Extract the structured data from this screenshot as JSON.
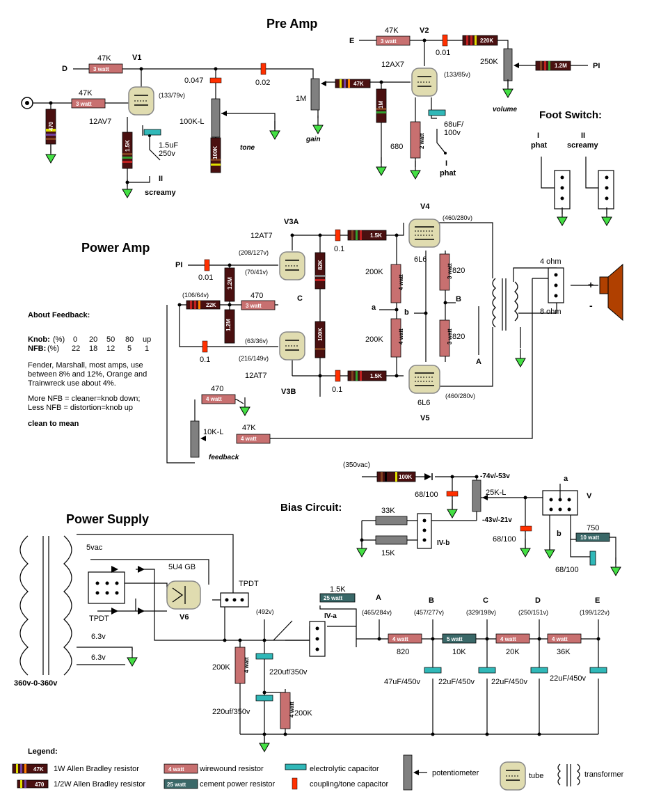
{
  "titles": {
    "preamp": "Pre Amp",
    "poweramp": "Power Amp",
    "powersupply": "Power Supply",
    "footswitch": "Foot Switch:",
    "bias": "Bias Circuit:",
    "legend": "Legend:"
  },
  "preamp": {
    "node_d": "D",
    "node_e": "E",
    "node_pi": "PI",
    "v1": "V1",
    "v2": "V2",
    "v1_type": "12AV7",
    "v2_type": "12AX7",
    "v1_volts": "(133/79v)",
    "v2_volts": "(133/85v)",
    "r_47k_d": "47K",
    "r_47k_in": "47K",
    "r_47k_e": "47K",
    "watt3": "3 watt",
    "r470": "470",
    "r1_5k": "1.5K",
    "cap_1_5uf": "1.5uF",
    "cap_250v": "250v",
    "sw_ii": "II",
    "screamy": "screamy",
    "c0047": "0.047",
    "c002": "0.02",
    "c001": "0.01",
    "pot_100kl": "100K-L",
    "r100k": "100K",
    "tone": "tone",
    "pot_1m": "1M",
    "gain": "gain",
    "r47k_gain": "47K",
    "r1m": "1M",
    "r680": "680",
    "watt2": "2 watt",
    "cap_68uf": "68uF/",
    "cap_100v": "100v",
    "sw_i": "I",
    "phat": "phat",
    "r220k": "220K",
    "pot_250k": "250K",
    "volume": "volume",
    "r1_2m": "1.2M"
  },
  "footswitch": {
    "i": "I",
    "phat": "phat",
    "ii": "II",
    "screamy": "screamy"
  },
  "poweramp": {
    "v3a": "V3A",
    "v3b": "V3B",
    "v4": "V4",
    "v5": "V5",
    "t12at7a": "12AT7",
    "t12at7b": "12AT7",
    "t6l6a": "6L6",
    "t6l6b": "6L6",
    "pi": "PI",
    "c001": "0.01",
    "v208": "(208/127v)",
    "v70": "(70/41v)",
    "v106": "(106/64v)",
    "v63": "(63/36v)",
    "v216": "(216/149v)",
    "v460a": "(460/280v)",
    "v460b": "(460/280v)",
    "r1_2m_a": "1.2M",
    "r1_2m_b": "1.2M",
    "r22k": "22K",
    "r470": "470",
    "watt3": "3 watt",
    "c": "C",
    "c01a": "0.1",
    "c01b": "0.1",
    "c01c": "0.1",
    "r82k": "82K",
    "r100k": "100K",
    "r1_5k_a": "1.5K",
    "r1_5k_b": "1.5K",
    "r200k_a": "200K",
    "r200k_b": "200K",
    "watt4": "4 watt",
    "a": "a",
    "b": "b",
    "B": "B",
    "A": "A",
    "r820a": "820",
    "r820b": "820",
    "ohm4": "4 ohm",
    "ohm8": "8 ohm",
    "plus": "+",
    "minus": "-",
    "fb_r470": "470",
    "fb_pot": "10K-L",
    "fb_r47k": "47K",
    "feedback": "feedback"
  },
  "feedback_note": {
    "heading": "About Feedback:",
    "knob_label": "Knob:",
    "knob_unit": "(%)",
    "knob_values": [
      "0",
      "20",
      "50",
      "80",
      "up"
    ],
    "nfb_label": "NFB:",
    "nfb_unit": "(%)",
    "nfb_values": [
      "22",
      "18",
      "12",
      "5",
      "1"
    ],
    "line1": "Fender, Marshall, most amps, use",
    "line2": "between 8% and 12%, Orange and",
    "line3": "Trainwreck use about 4%.",
    "line4": "More  NFB = cleaner=knob down;",
    "line5": "Less NFB  = distortion=knob up",
    "line6": "clean to mean"
  },
  "bias": {
    "vac": "(350vac)",
    "r100k": "100K",
    "vneg": "-74v/-53v",
    "pot": "25K-L",
    "c68a": "68/100",
    "c68b": "68/100",
    "c68c": "68/100",
    "r33k": "33K",
    "r15k": "15K",
    "ivb": "IV-b",
    "vneg2": "-43v/-21v",
    "sw_a": "a",
    "sw_b": "b",
    "sw_v": "V",
    "r750": "750",
    "watt10": "10 watt"
  },
  "psu": {
    "vac5": "5vac",
    "tube": "5U4 GB",
    "v6": "V6",
    "tpdt1": "TPDT",
    "tpdt2": "TPDT",
    "v63a": "6.3v",
    "v63b": "6.3v",
    "xfmr": "360v-0-360v",
    "v492": "(492v)",
    "iva": "IV-a",
    "r1_5k": "1.5K",
    "watt25": "25 watt",
    "node_a": "A",
    "node_b": "B",
    "node_c": "C",
    "node_d": "D",
    "node_e": "E",
    "va": "(465/284v)",
    "vb": "(457/277v)",
    "vc": "(329/198v)",
    "vd": "(250/151v)",
    "ve": "(199/122v)",
    "watt4": "4 watt",
    "watt5": "5 watt",
    "r820": "820",
    "r10k": "10K",
    "r20k": "20K",
    "r36k": "36K",
    "r200k_a": "200K",
    "r200k_b": "200K",
    "c220a": "220uf/350v",
    "c220b": "220uf/350v",
    "c47": "47uF/450v",
    "c22a": "22uF/450v",
    "c22b": "22uF/450v",
    "c22c": "22uF/450v"
  },
  "legend": {
    "ab1w": "1W Allen Bradley resistor",
    "ab12w": "1/2W Allen Bradley resistor",
    "ww": "wirewound resistor",
    "cement": "cement power resistor",
    "elec": "electrolytic capacitor",
    "coupling": "coupling/tone capacitor",
    "pot": "potentiometer",
    "tube": "tube",
    "transformer": "transformer",
    "r47k": "47K",
    "r470": "470",
    "watt4": "4 watt",
    "watt25": "25 watt"
  },
  "colors": {
    "wirewound": "#c87070",
    "cement": "#3a6868",
    "resistor_body": "#4a1010",
    "tube": "#e0dcb0",
    "electrolytic": "#30b8b8",
    "coupling": "#ff3000",
    "pot": "#808080",
    "ground": "#44e044"
  }
}
